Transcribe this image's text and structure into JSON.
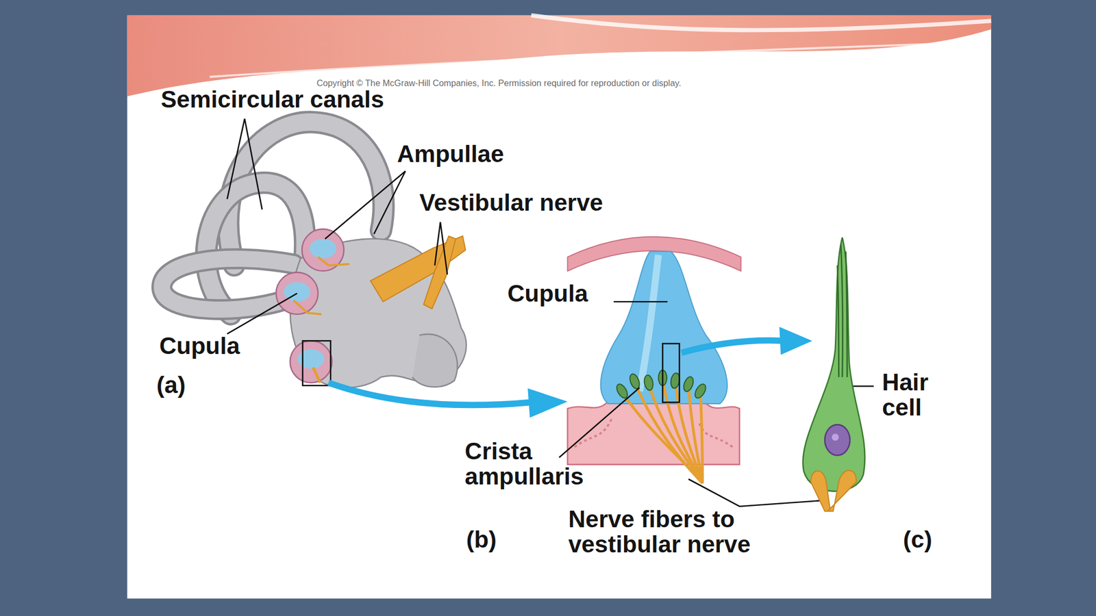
{
  "diagram": {
    "labels": [
      "Copyright © The McGraw-Hill Companies, Inc. Permission required for reproduction or display.",
      "Semicircular canals",
      "Ampullae",
      "Vestibular nerve",
      "Cupula",
      "(a)",
      "Cupula",
      "Crista ampullaris",
      "(b)",
      "Nerve fibers to vestibular nerve",
      "Hair cell",
      "(c)"
    ]
  }
}
